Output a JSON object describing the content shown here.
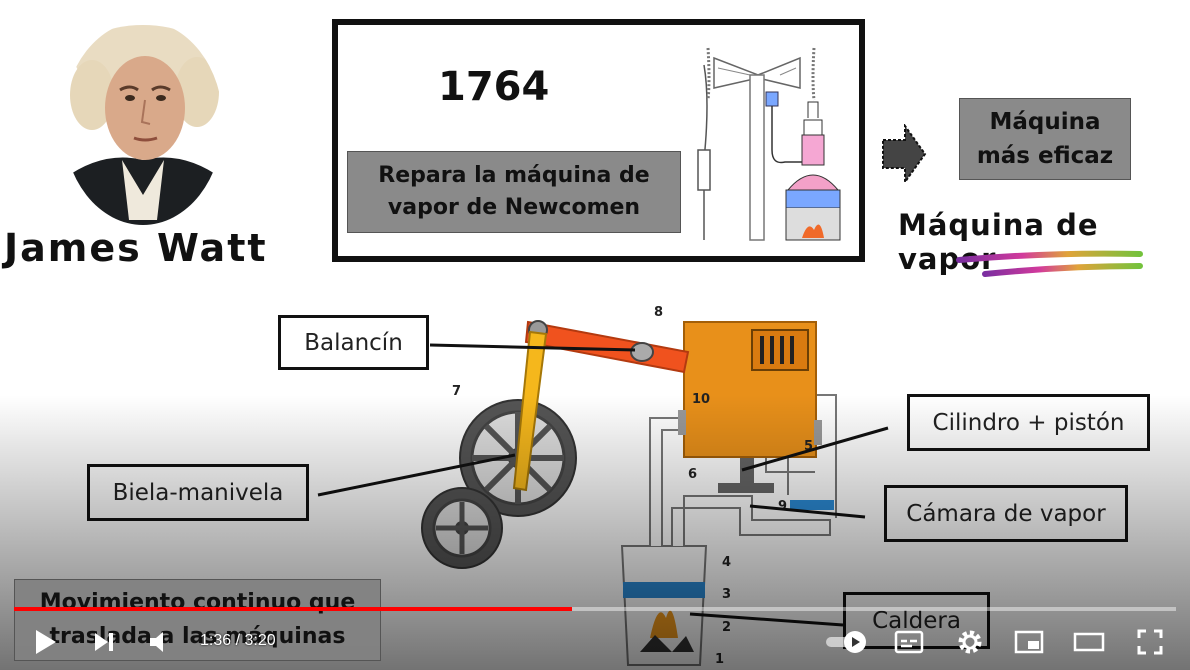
{
  "slide": {
    "person_name": "James Watt",
    "year": "1764",
    "repara_text": "Repara la máquina de vapor de Newcomen",
    "eficaz_text": "Máquina más eficaz",
    "title": "Máquina de vapor",
    "labels": {
      "balancin": "Balancín",
      "biela": "Biela-manivela",
      "cilindro": "Cilindro + pistón",
      "camara": "Cámara de vapor",
      "caldera": "Caldera"
    },
    "diagram_numbers": {
      "n1": "1",
      "n2": "2",
      "n3": "3",
      "n4": "4",
      "n5": "5",
      "n6": "6",
      "n7": "7",
      "n8": "8",
      "n9": "9",
      "n10": "10"
    },
    "movimiento_text": "Movimiento continuo que traslada a las máquinas"
  },
  "player": {
    "time_display": "1:36 / 3:20",
    "progress_fraction": 0.48,
    "icons": [
      "play-icon",
      "next-icon",
      "volume-icon",
      "autoplay-toggle-icon",
      "subtitles-icon",
      "settings-icon",
      "miniplayer-icon",
      "theater-icon",
      "fullscreen-icon"
    ]
  }
}
